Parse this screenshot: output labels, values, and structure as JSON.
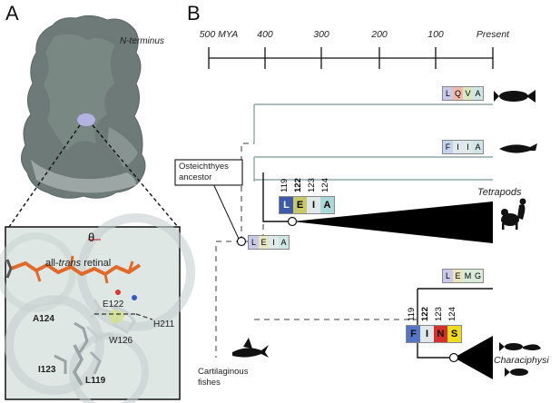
{
  "panel_a": {
    "letter": "A",
    "n_terminus": "N-terminus",
    "retinal_label_prefix": "all-",
    "retinal_label_italic": "trans",
    "retinal_label_suffix": " retinal",
    "residues": {
      "e122": "E122",
      "h211": "H211",
      "a124": "A124",
      "w126": "W126",
      "i123": "I123",
      "l119": "L119"
    },
    "theta": "θ"
  },
  "panel_b": {
    "letter": "B",
    "timeline": [
      "500 MYA",
      "400",
      "300",
      "200",
      "100",
      "Present"
    ],
    "ancestor_callout": [
      "Osteichthyes",
      "ancestor"
    ],
    "tetrapods": "Tetrapods",
    "characiphysi": "Characiphysi",
    "cartilaginous": [
      "Cartilaginous",
      "fishes"
    ],
    "tetrapod_numbers": [
      "119",
      "122",
      "123",
      "124"
    ],
    "characiphysi_numbers": [
      "119",
      "122",
      "123",
      "124"
    ],
    "boxes": {
      "coelacanth": [
        "L",
        "Q",
        "V",
        "A"
      ],
      "lungfish": [
        "F",
        "I",
        "I",
        "A"
      ],
      "tetrapods": [
        "L",
        "E",
        "I",
        "A"
      ],
      "ancestor": [
        "L",
        "E",
        "I",
        "A"
      ],
      "fish_top": [
        "L",
        "E",
        "M",
        "G"
      ],
      "characiphysi": [
        "F",
        "I",
        "N",
        "S"
      ]
    },
    "colors": {
      "tree_line": "#8fa9a6",
      "dash": "#666666",
      "L_light": "#c9c9e8",
      "L_dark": "#3d5aa8",
      "E_light": "#e6e6c0",
      "E_dark": "#c8c86a",
      "I_light": "#dfe9e9",
      "A_light": "#cfe6e6",
      "Q_light": "#f0b9a8",
      "V_light": "#d8e8c0",
      "F_light": "#c5d4ee",
      "F_dark": "#5575c8",
      "N_dark": "#d63030",
      "S_dark": "#f0dd20",
      "M_light": "#d9ecd9",
      "G_light": "#d9ecd9"
    }
  }
}
